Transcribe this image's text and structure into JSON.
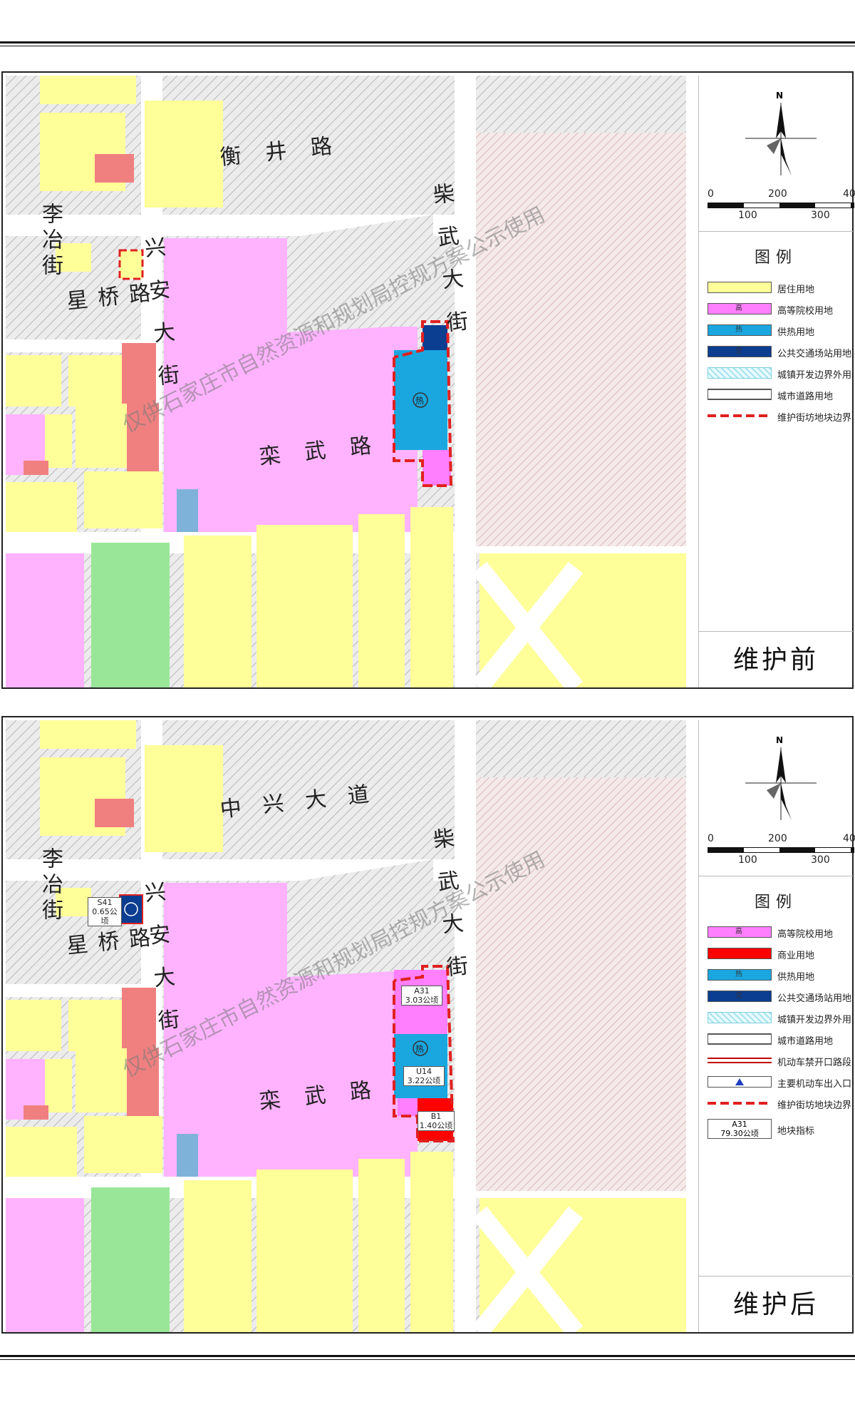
{
  "panel_before": {
    "roads": {
      "north": "衡井路",
      "south": "栾武路",
      "east": "柴武大街",
      "west_main": "兴安大街",
      "west_minor": "李冶街",
      "mid": "星桥路"
    },
    "watermark": "仅供石家庄市自然资源和规划局控规方案公示使用",
    "legend_title": "图例",
    "legend": [
      {
        "label": "居住用地",
        "color": "#ffff99",
        "icon": "none"
      },
      {
        "label": "高等院校用地",
        "color": "#ff7fff",
        "icon": "高"
      },
      {
        "label": "供热用地",
        "color": "#1aa7e0",
        "icon": "热"
      },
      {
        "label": "公共交通场站用地",
        "color": "#0b3d91",
        "icon": "交"
      },
      {
        "label": "城镇开发边界外用",
        "color": "#e6fbff",
        "icon": "hatch"
      },
      {
        "label": "城市道路用地",
        "color": "#ffffff",
        "icon": "road"
      },
      {
        "label": "维护街坊地块边界",
        "color": "#e02020",
        "icon": "dash"
      }
    ],
    "stage_label": "维护前",
    "heat_symbol": "热"
  },
  "panel_after": {
    "roads": {
      "north": "中兴大道",
      "south": "栾武路",
      "east": "柴武大街",
      "west_main": "兴安大街",
      "west_minor": "李冶街",
      "mid": "星桥路"
    },
    "watermark": "仅供石家庄市自然资源和规划局控规方案公示使用",
    "legend_title": "图例",
    "legend": [
      {
        "label": "高等院校用地",
        "color": "#ff7fff",
        "icon": "高"
      },
      {
        "label": "商业用地",
        "color": "#ff0000",
        "icon": "none"
      },
      {
        "label": "供热用地",
        "color": "#1aa7e0",
        "icon": "热"
      },
      {
        "label": "公共交通场站用地",
        "color": "#0b3d91",
        "icon": "交"
      },
      {
        "label": "城镇开发边界外用",
        "color": "#e6fbff",
        "icon": "hatch"
      },
      {
        "label": "城市道路用地",
        "color": "#ffffff",
        "icon": "road"
      },
      {
        "label": "机动车禁开口路段",
        "color": "#c00000",
        "icon": "doubleline"
      },
      {
        "label": "主要机动车出入口",
        "color": "#1f3fbf",
        "icon": "triangle"
      },
      {
        "label": "维护街坊地块边界",
        "color": "#e02020",
        "icon": "dash"
      },
      {
        "label": "地块指标",
        "color": "#ffffff",
        "icon": "tag",
        "tag_code": "A31",
        "tag_area": "79.30公顷"
      }
    ],
    "stage_label": "维护后",
    "heat_symbol": "热",
    "parcels": {
      "s41": {
        "code": "S41",
        "area": "0.65公顷"
      },
      "a31": {
        "code": "A31",
        "area": "3.03公顷"
      },
      "u14": {
        "code": "U14",
        "area": "3.22公顷"
      },
      "b1": {
        "code": "B1",
        "area": "1.40公顷"
      }
    }
  },
  "compass": {
    "north": "N"
  },
  "scale": {
    "ticks_top": [
      "0",
      "200",
      "40"
    ],
    "ticks_bottom": [
      "100",
      "300"
    ]
  },
  "colors": {
    "residential": "#ffff99",
    "university": "#ffb3ff",
    "heating": "#1aa7e0",
    "transit": "#0b3d91",
    "commercial": "#ff0000",
    "salmon": "#f08080",
    "green": "#99e699",
    "road": "#ffffff"
  }
}
